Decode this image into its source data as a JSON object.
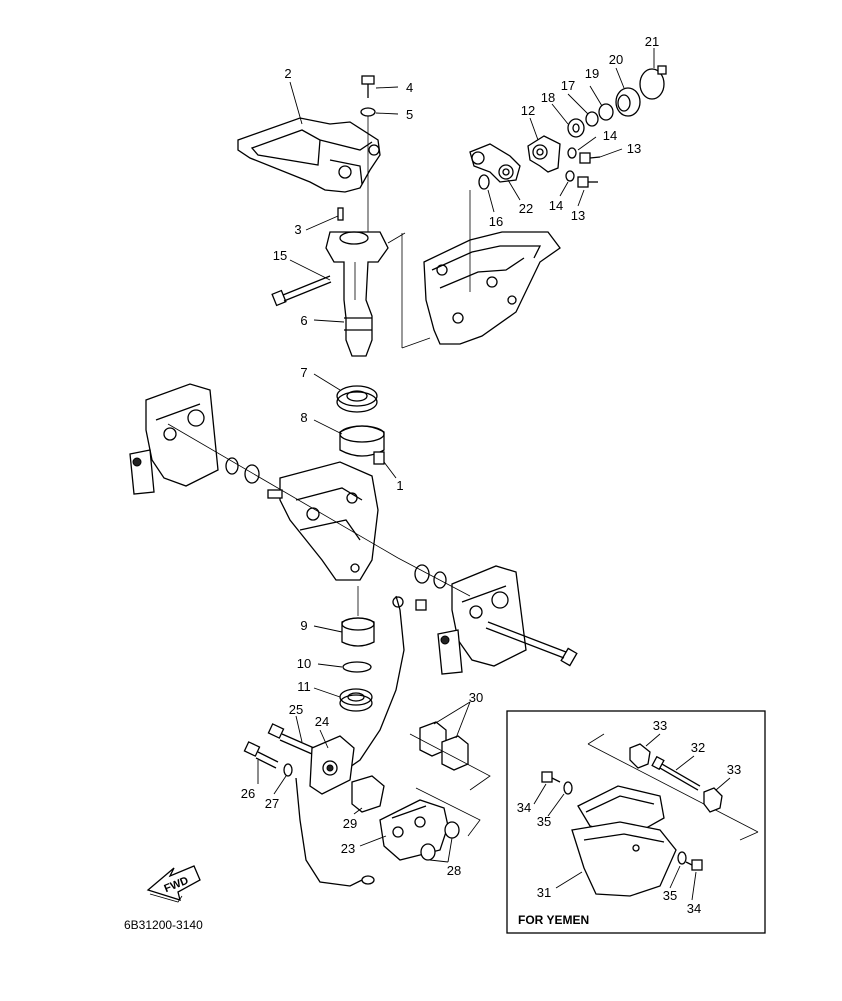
{
  "diagram": {
    "drawing_code": "6B31200-3140",
    "inset_label": "FOR YEMEN",
    "fwd_label": "FWD",
    "callouts": [
      {
        "id": "c1",
        "text": "1"
      },
      {
        "id": "c2",
        "text": "2"
      },
      {
        "id": "c3",
        "text": "3"
      },
      {
        "id": "c4",
        "text": "4"
      },
      {
        "id": "c5",
        "text": "5"
      },
      {
        "id": "c6",
        "text": "6"
      },
      {
        "id": "c7",
        "text": "7"
      },
      {
        "id": "c8",
        "text": "8"
      },
      {
        "id": "c9",
        "text": "9"
      },
      {
        "id": "c10",
        "text": "10"
      },
      {
        "id": "c11",
        "text": "11"
      },
      {
        "id": "c12",
        "text": "12"
      },
      {
        "id": "c13a",
        "text": "13"
      },
      {
        "id": "c13b",
        "text": "13"
      },
      {
        "id": "c14a",
        "text": "14"
      },
      {
        "id": "c14b",
        "text": "14"
      },
      {
        "id": "c15",
        "text": "15"
      },
      {
        "id": "c16",
        "text": "16"
      },
      {
        "id": "c17",
        "text": "17"
      },
      {
        "id": "c18",
        "text": "18"
      },
      {
        "id": "c19",
        "text": "19"
      },
      {
        "id": "c20",
        "text": "20"
      },
      {
        "id": "c21",
        "text": "21"
      },
      {
        "id": "c22",
        "text": "22"
      },
      {
        "id": "c23",
        "text": "23"
      },
      {
        "id": "c24",
        "text": "24"
      },
      {
        "id": "c25",
        "text": "25"
      },
      {
        "id": "c26",
        "text": "26"
      },
      {
        "id": "c27",
        "text": "27"
      },
      {
        "id": "c28",
        "text": "28"
      },
      {
        "id": "c29",
        "text": "29"
      },
      {
        "id": "c30",
        "text": "30"
      },
      {
        "id": "c31",
        "text": "31"
      },
      {
        "id": "c32",
        "text": "32"
      },
      {
        "id": "c33a",
        "text": "33"
      },
      {
        "id": "c33b",
        "text": "33"
      },
      {
        "id": "c34a",
        "text": "34"
      },
      {
        "id": "c34b",
        "text": "34"
      },
      {
        "id": "c35a",
        "text": "35"
      },
      {
        "id": "c35b",
        "text": "35"
      }
    ]
  }
}
